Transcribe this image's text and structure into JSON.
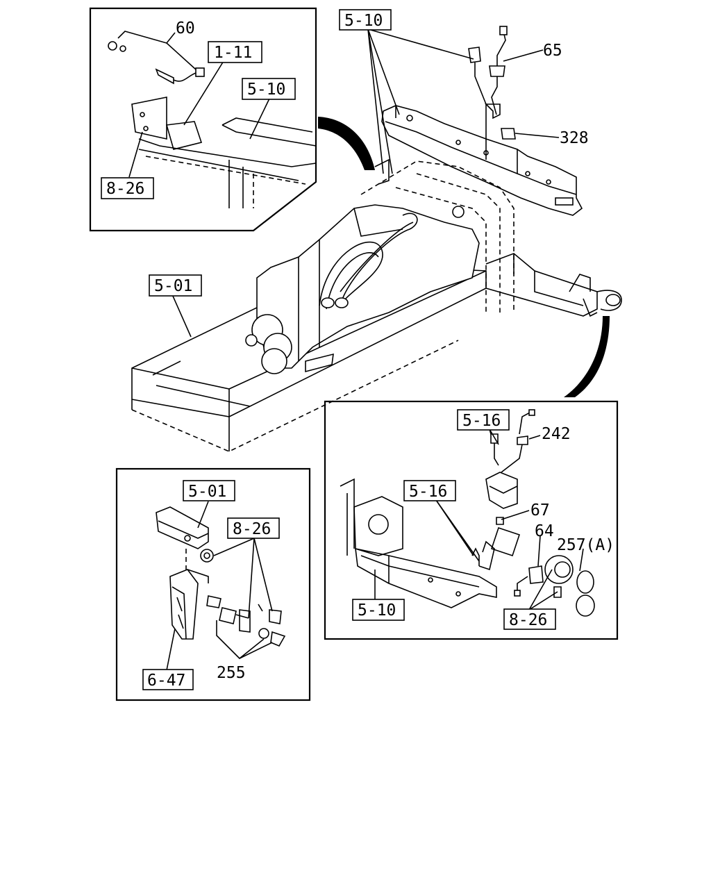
{
  "diagram": {
    "callouts": {
      "top_left_part_60": "60",
      "top_left_ref_1_11": "1-11",
      "top_left_ref_5_10": "5-10",
      "top_left_ref_8_26": "8-26",
      "top_ref_5_10": "5-10",
      "part_65": "65",
      "part_328": "328",
      "main_ref_5_01": "5-01",
      "right_ref_5_16_top": "5-16",
      "part_242": "242",
      "right_ref_5_16_mid": "5-16",
      "part_67": "67",
      "part_64": "64",
      "part_257a": "257(A)",
      "right_ref_5_10": "5-10",
      "right_ref_8_26": "8-26",
      "bottom_left_ref_5_01": "5-01",
      "bottom_left_ref_8_26": "8-26",
      "part_255": "255",
      "bottom_left_ref_6_47": "6-47"
    }
  }
}
